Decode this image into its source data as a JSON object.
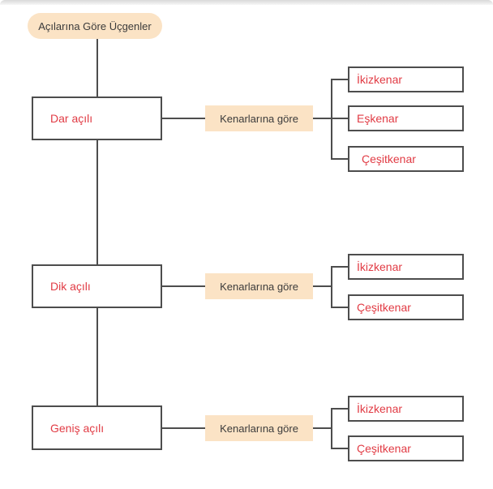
{
  "root": {
    "label": "Açılarına Göre Üçgenler"
  },
  "colors": {
    "peach": "#fbe3c5",
    "red": "#e13b44",
    "line": "#4d4d4d",
    "text_dark": "#3b3b3b"
  },
  "groups": [
    {
      "parent": {
        "label": "Dar açılı"
      },
      "connector_label": "Kenarlarına göre",
      "children": [
        {
          "label": "İkizkenar"
        },
        {
          "label": "Eşkenar"
        },
        {
          "label": "Çeşitkenar"
        }
      ]
    },
    {
      "parent": {
        "label": "Dik açılı"
      },
      "connector_label": "Kenarlarına göre",
      "children": [
        {
          "label": "İkizkenar"
        },
        {
          "label": "Çeşitkenar"
        }
      ]
    },
    {
      "parent": {
        "label": "Geniş açılı"
      },
      "connector_label": "Kenarlarına göre",
      "children": [
        {
          "label": "İkizkenar"
        },
        {
          "label": "Çeşitkenar"
        }
      ]
    }
  ]
}
